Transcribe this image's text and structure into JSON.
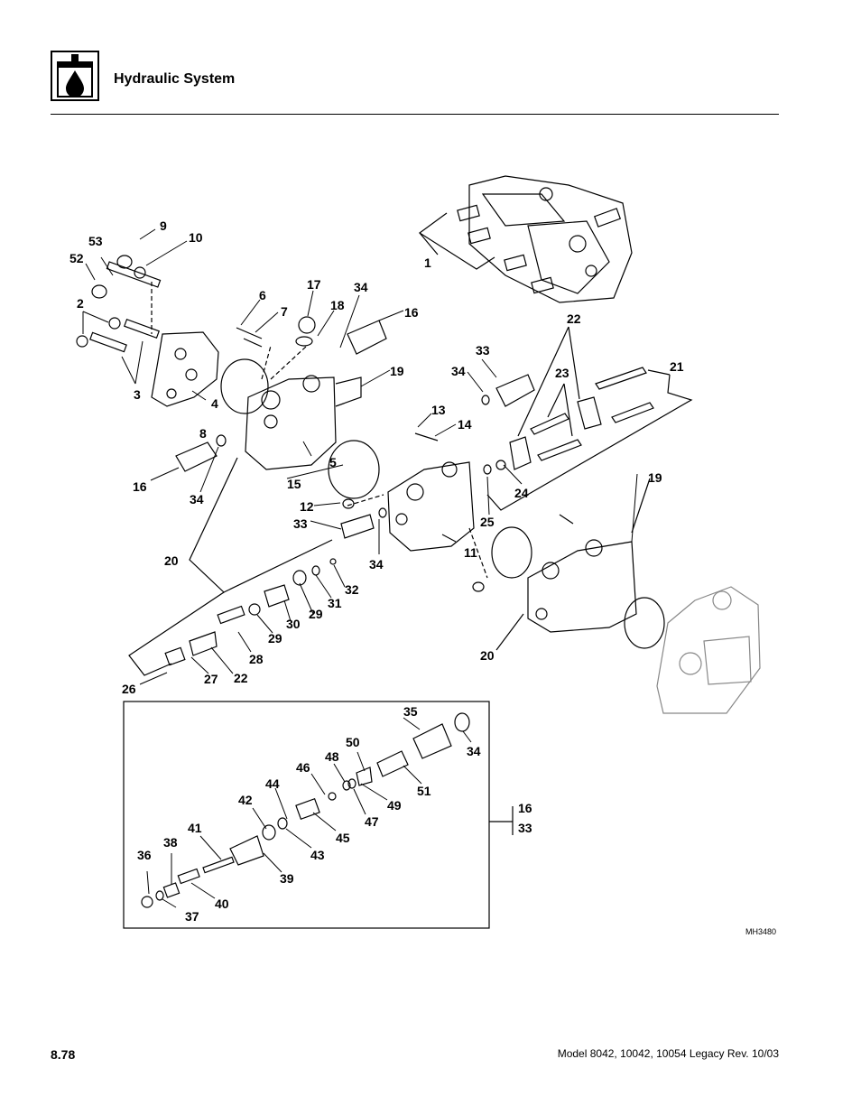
{
  "header": {
    "title": "Hydraulic System",
    "section_icon": "hydraulic-drop-icon"
  },
  "diagram": {
    "drawing_id": "MH3480",
    "callouts": [
      {
        "id": "c1",
        "label": "1"
      },
      {
        "id": "c2",
        "label": "2"
      },
      {
        "id": "c3",
        "label": "3"
      },
      {
        "id": "c4",
        "label": "4"
      },
      {
        "id": "c5",
        "label": "5"
      },
      {
        "id": "c6",
        "label": "6"
      },
      {
        "id": "c7",
        "label": "7"
      },
      {
        "id": "c8",
        "label": "8"
      },
      {
        "id": "c9",
        "label": "9"
      },
      {
        "id": "c10",
        "label": "10"
      },
      {
        "id": "c11",
        "label": "11"
      },
      {
        "id": "c12",
        "label": "12"
      },
      {
        "id": "c13",
        "label": "13"
      },
      {
        "id": "c14",
        "label": "14"
      },
      {
        "id": "c15",
        "label": "15"
      },
      {
        "id": "c16a",
        "label": "16"
      },
      {
        "id": "c16b",
        "label": "16"
      },
      {
        "id": "c16c",
        "label": "16"
      },
      {
        "id": "c17",
        "label": "17"
      },
      {
        "id": "c18",
        "label": "18"
      },
      {
        "id": "c19a",
        "label": "19"
      },
      {
        "id": "c19b",
        "label": "19"
      },
      {
        "id": "c20a",
        "label": "20"
      },
      {
        "id": "c20b",
        "label": "20"
      },
      {
        "id": "c21",
        "label": "21"
      },
      {
        "id": "c22a",
        "label": "22"
      },
      {
        "id": "c22b",
        "label": "22"
      },
      {
        "id": "c23",
        "label": "23"
      },
      {
        "id": "c24",
        "label": "24"
      },
      {
        "id": "c25",
        "label": "25"
      },
      {
        "id": "c26",
        "label": "26"
      },
      {
        "id": "c27",
        "label": "27"
      },
      {
        "id": "c28",
        "label": "28"
      },
      {
        "id": "c29a",
        "label": "29"
      },
      {
        "id": "c29b",
        "label": "29"
      },
      {
        "id": "c30",
        "label": "30"
      },
      {
        "id": "c31",
        "label": "31"
      },
      {
        "id": "c32",
        "label": "32"
      },
      {
        "id": "c33a",
        "label": "33"
      },
      {
        "id": "c33b",
        "label": "33"
      },
      {
        "id": "c33c",
        "label": "33"
      },
      {
        "id": "c34a",
        "label": "34"
      },
      {
        "id": "c34b",
        "label": "34"
      },
      {
        "id": "c34c",
        "label": "34"
      },
      {
        "id": "c34d",
        "label": "34"
      },
      {
        "id": "c34e",
        "label": "34"
      },
      {
        "id": "c35",
        "label": "35"
      },
      {
        "id": "c36",
        "label": "36"
      },
      {
        "id": "c37",
        "label": "37"
      },
      {
        "id": "c38",
        "label": "38"
      },
      {
        "id": "c39",
        "label": "39"
      },
      {
        "id": "c40",
        "label": "40"
      },
      {
        "id": "c41",
        "label": "41"
      },
      {
        "id": "c42",
        "label": "42"
      },
      {
        "id": "c43",
        "label": "43"
      },
      {
        "id": "c44",
        "label": "44"
      },
      {
        "id": "c45",
        "label": "45"
      },
      {
        "id": "c46",
        "label": "46"
      },
      {
        "id": "c47",
        "label": "47"
      },
      {
        "id": "c48",
        "label": "48"
      },
      {
        "id": "c49",
        "label": "49"
      },
      {
        "id": "c50",
        "label": "50"
      },
      {
        "id": "c51",
        "label": "51"
      },
      {
        "id": "c52",
        "label": "52"
      },
      {
        "id": "c53",
        "label": "53"
      }
    ]
  },
  "footer": {
    "page_number": "8.78",
    "model_text": "Model  8042, 10042, 10054 Legacy    Rev.  10/03"
  }
}
